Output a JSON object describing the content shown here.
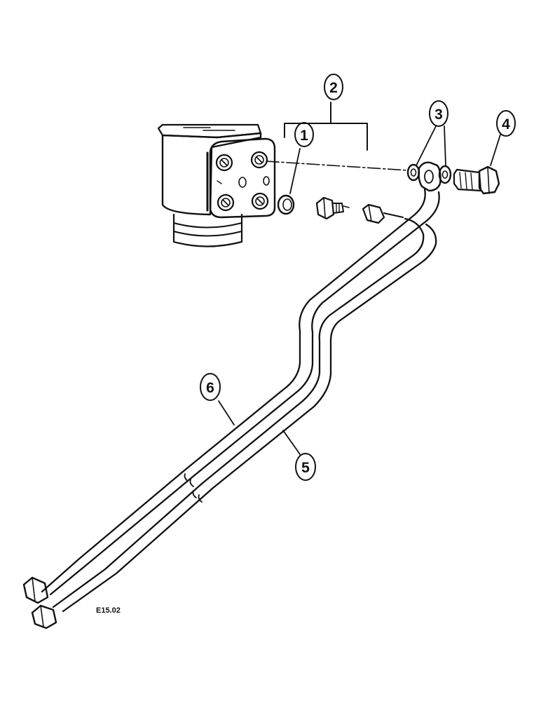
{
  "figure_code": "E15.02",
  "callouts": [
    {
      "id": "1",
      "label": "1"
    },
    {
      "id": "2",
      "label": "2"
    },
    {
      "id": "3",
      "label": "3"
    },
    {
      "id": "4",
      "label": "4"
    },
    {
      "id": "5",
      "label": "5"
    },
    {
      "id": "6",
      "label": "6"
    }
  ]
}
